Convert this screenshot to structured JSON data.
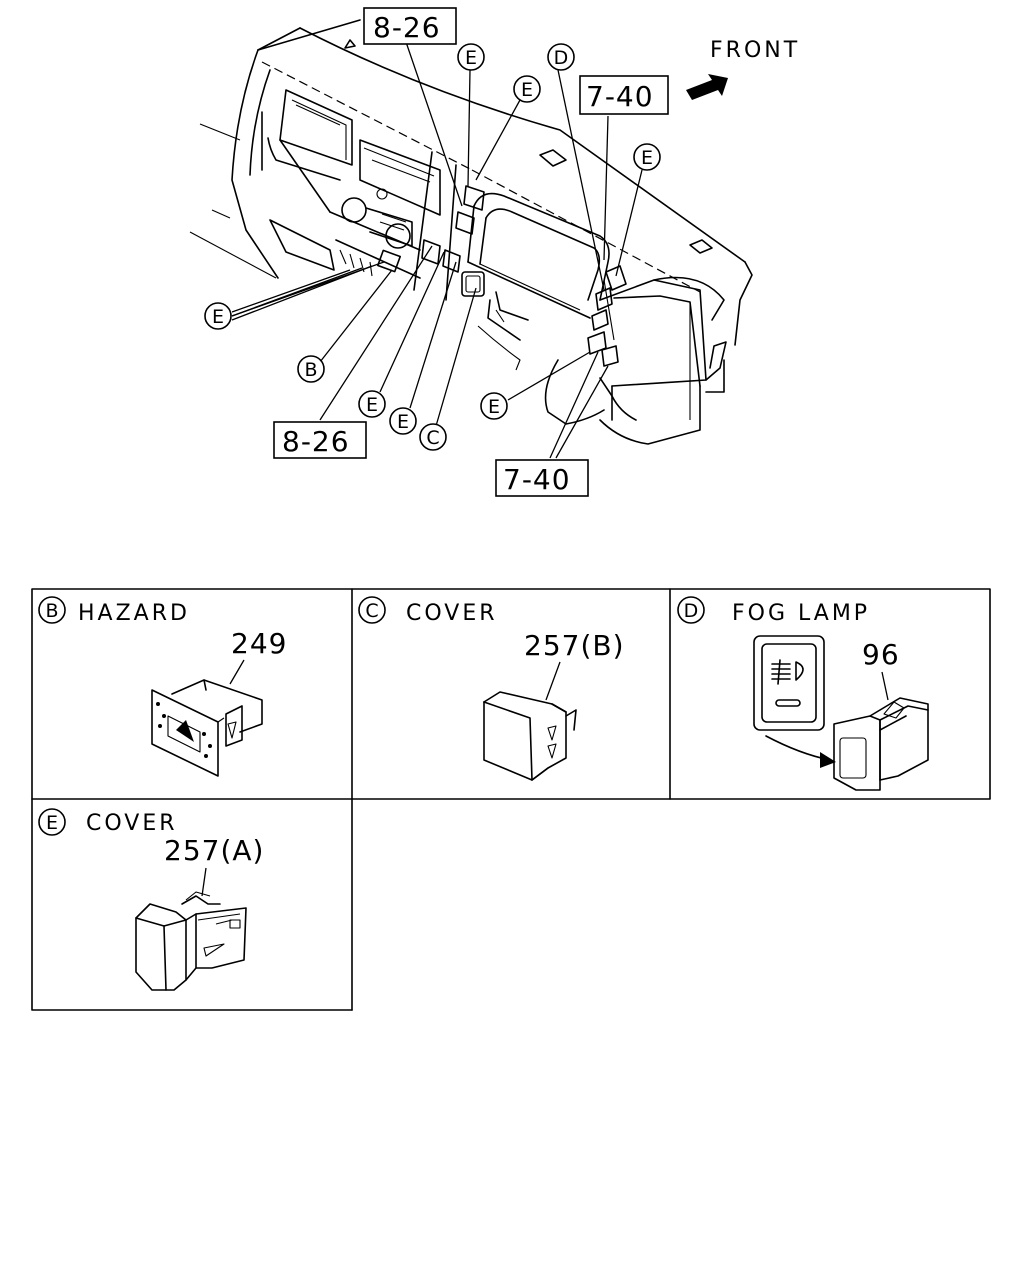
{
  "diagram": {
    "front_label": "FRONT",
    "ref_upper_left": "8-26",
    "ref_upper_right": "7-40",
    "ref_lower_left": "8-26",
    "ref_lower_right": "7-40",
    "callouts": {
      "e1": "E",
      "e2": "E",
      "d_top": "D",
      "e3": "E",
      "e_left": "E",
      "b": "B",
      "e4": "E",
      "e5": "E",
      "c": "C",
      "e6": "E"
    }
  },
  "panels": {
    "hazard": {
      "letter": "B",
      "title": "HAZARD",
      "part_no": "249"
    },
    "cover_c": {
      "letter": "C",
      "title": "COVER",
      "part_no": "257(B)"
    },
    "fog_lamp": {
      "letter": "D",
      "title": "FOG LAMP",
      "part_no": "96"
    },
    "cover_e": {
      "letter": "E",
      "title": "COVER",
      "part_no": "257(A)"
    }
  }
}
